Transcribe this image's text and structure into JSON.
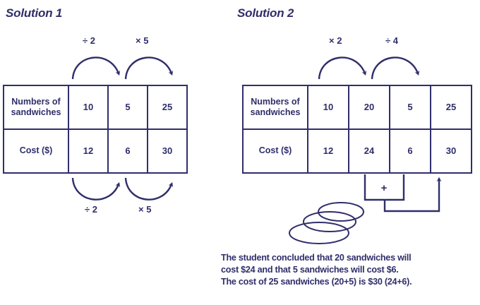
{
  "colors": {
    "ink": "#2f2e6b",
    "background": "#ffffff"
  },
  "solution1": {
    "title": "Solution 1",
    "table": {
      "rows": [
        {
          "header": "Numbers of sandwiches",
          "header_line1": "Numbers of",
          "header_line2": "sandwiches",
          "values": [
            "10",
            "5",
            "25"
          ]
        },
        {
          "header": "Cost ($)",
          "header_line1": "Cost ($)",
          "header_line2": "",
          "values": [
            "12",
            "6",
            "30"
          ]
        }
      ]
    },
    "top_arrows": [
      {
        "label": "÷ 2",
        "from_column": 0,
        "to_column": 1
      },
      {
        "label": "× 5",
        "from_column": 1,
        "to_column": 2
      }
    ],
    "bottom_arrows": [
      {
        "label": "÷ 2",
        "from_column": 0,
        "to_column": 1
      },
      {
        "label": "× 5",
        "from_column": 1,
        "to_column": 2
      }
    ]
  },
  "solution2": {
    "title": "Solution 2",
    "table": {
      "rows": [
        {
          "header": "Numbers of sandwiches",
          "header_line1": "Numbers of",
          "header_line2": "sandwiches",
          "values": [
            "10",
            "20",
            "5",
            "25"
          ]
        },
        {
          "header": "Cost ($)",
          "header_line1": "Cost ($)",
          "header_line2": "",
          "values": [
            "12",
            "24",
            "6",
            "30"
          ]
        }
      ]
    },
    "top_arrows": [
      {
        "label": "× 2",
        "from_column": 0,
        "to_column": 1
      },
      {
        "label": "÷ 4",
        "from_column": 1,
        "to_column": 2
      }
    ],
    "sum_bracket": {
      "label": "+",
      "adds_columns": [
        "24",
        "6"
      ],
      "result_column": "30"
    },
    "illustration": "stacked-sandwiches",
    "conclusion": {
      "line1": "The student concluded that 20 sandwiches will",
      "line2": "cost $24 and that 5 sandwiches will cost $6.",
      "line3": "The cost of 25 sandwiches (20+5) is $30 (24+6)."
    }
  }
}
